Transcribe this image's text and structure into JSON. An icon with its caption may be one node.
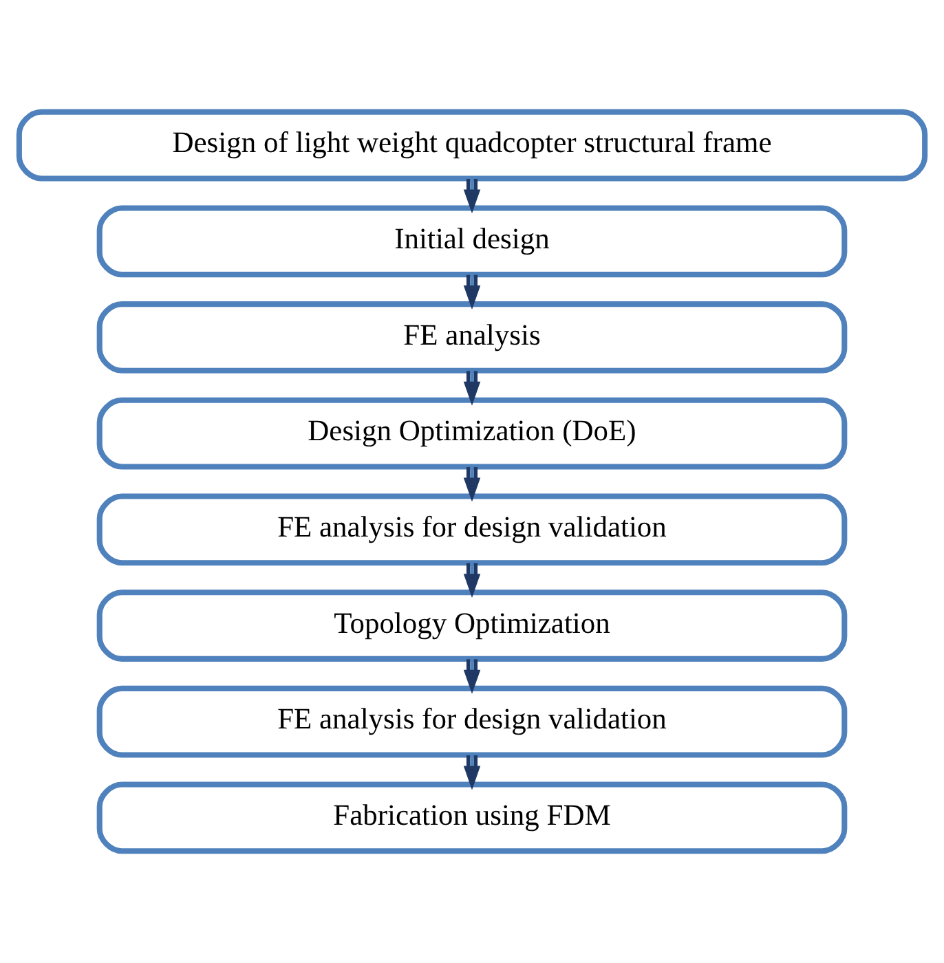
{
  "diagram": {
    "nodes": [
      {
        "text": [
          "Design of light weight quadcopter structural frame"
        ]
      },
      {
        "text": [
          "Initial design"
        ]
      },
      {
        "text": [
          "FE analysis"
        ]
      },
      {
        "text": [
          "Design Optimization (DoE)"
        ]
      },
      {
        "text": [
          "FE analysis for design validation"
        ]
      },
      {
        "text": [
          "Topology Optimization"
        ]
      },
      {
        "text": [
          "FE analysis for design validation"
        ]
      },
      {
        "text": [
          "Fabrication using FDM"
        ]
      }
    ],
    "edges": [
      {
        "from": 0,
        "to": 1,
        "arrow": "to"
      },
      {
        "from": 1,
        "to": 2,
        "arrow": "to"
      },
      {
        "from": 2,
        "to": 3,
        "arrow": "to"
      },
      {
        "from": 3,
        "to": 4,
        "arrow": "to"
      },
      {
        "from": 4,
        "to": 5,
        "arrow": "to"
      },
      {
        "from": 5,
        "to": 6,
        "arrow": "to"
      },
      {
        "from": 6,
        "to": 7,
        "arrow": "to"
      }
    ]
  }
}
